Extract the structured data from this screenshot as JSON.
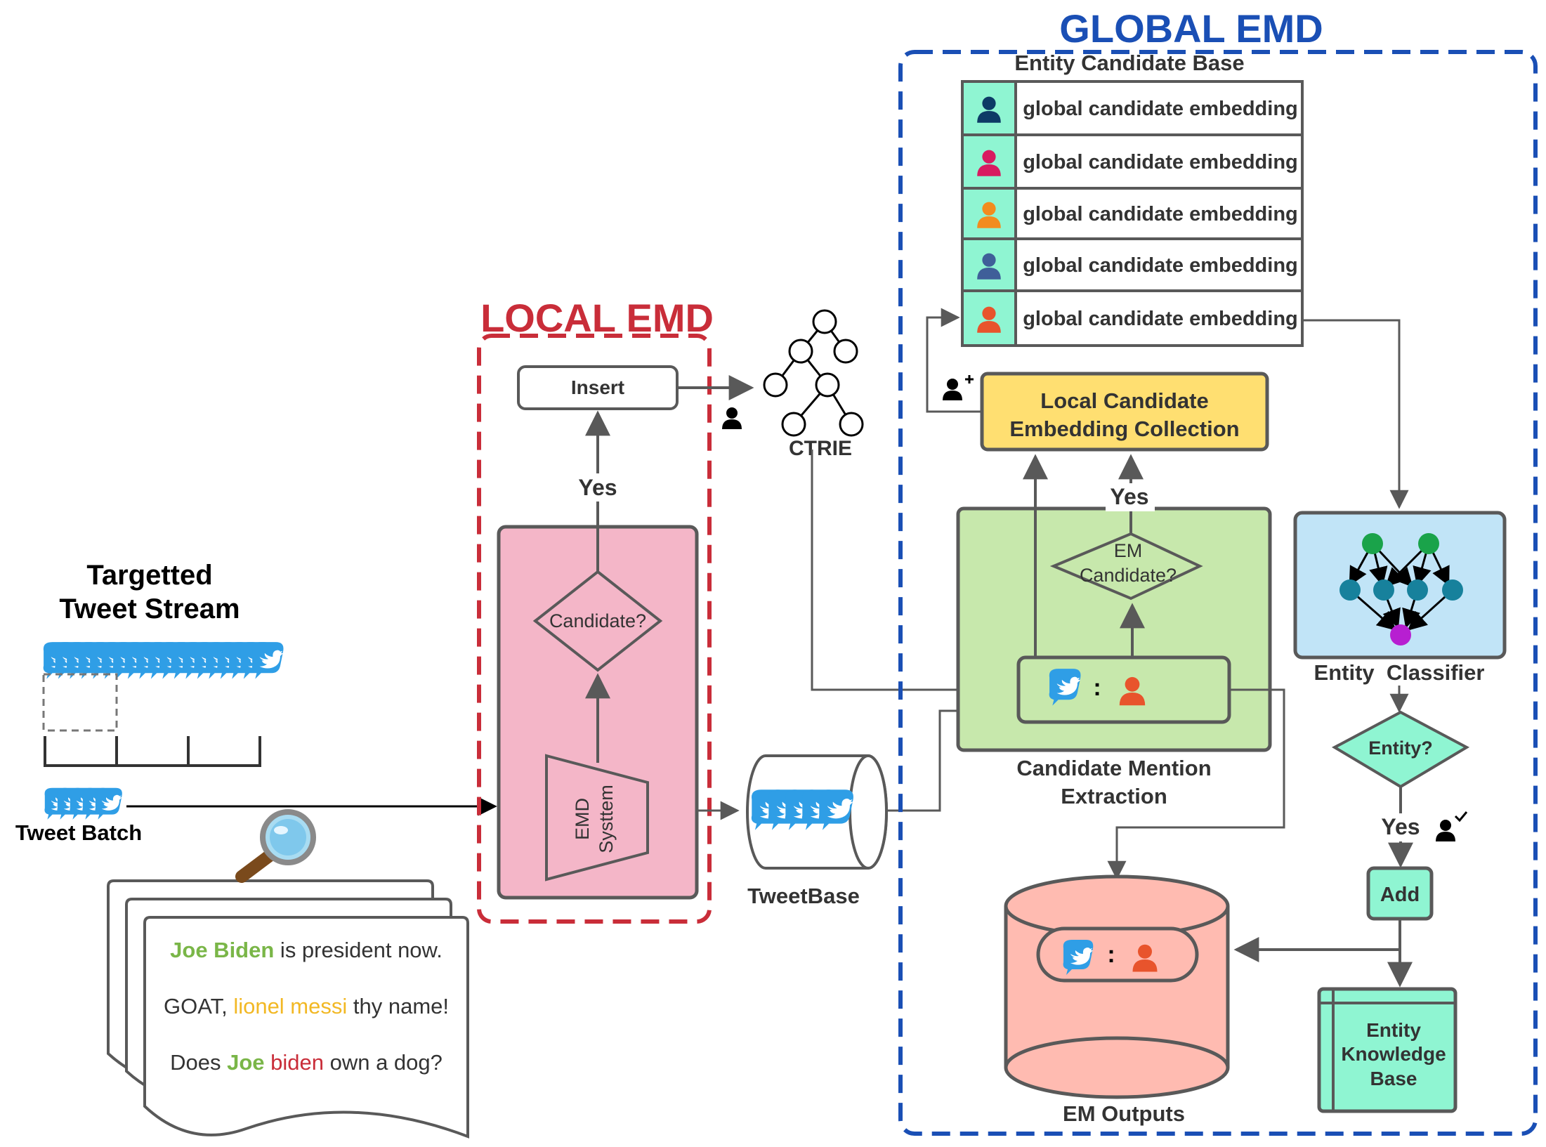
{
  "stream": {
    "title_line1": "Targetted",
    "title_line2": "Tweet Stream",
    "batch_label": "Tweet Batch"
  },
  "tweets": [
    {
      "parts": [
        {
          "text": "Joe Biden",
          "color": "#7ab648",
          "bold": true
        },
        {
          "text": " is president now.",
          "color": "#333333",
          "bold": false
        }
      ]
    },
    {
      "parts": [
        {
          "text": "GOAT, ",
          "color": "#333333",
          "bold": false
        },
        {
          "text": "lionel messi",
          "color": "#f2b824",
          "bold": false
        },
        {
          "text": " thy name!",
          "color": "#333333",
          "bold": false
        }
      ]
    },
    {
      "parts": [
        {
          "text": "Does ",
          "color": "#333333",
          "bold": false
        },
        {
          "text": "Joe",
          "color": "#7ab648",
          "bold": true
        },
        {
          "text": " biden",
          "color": "#c92d39",
          "bold": false
        },
        {
          "text": " own a dog?",
          "color": "#333333",
          "bold": false
        }
      ]
    }
  ],
  "local_emd": {
    "title": "LOCAL EMD",
    "insert": "Insert",
    "yes": "Yes",
    "candidate": "Candidate?",
    "emd_line1": "EMD",
    "emd_line2": "Systtem"
  },
  "ctrie": "CTRIE",
  "tweetbase": "TweetBase",
  "global_emd": {
    "title": "GLOBAL EMD",
    "ecb_title": "Entity Candidate Base",
    "rows": [
      {
        "text": "global candidate embedding",
        "person_color": "#0d3b66"
      },
      {
        "text": "global candidate embedding",
        "person_color": "#d81b60"
      },
      {
        "text": "global candidate embedding",
        "person_color": "#f28c1e"
      },
      {
        "text": "global candidate embedding",
        "person_color": "#3f5f99"
      },
      {
        "text": "global candidate embedding",
        "person_color": "#e8542c"
      }
    ],
    "local_collection_line1": "Local Candidate",
    "local_collection_line2": "Embedding Collection",
    "yes_top": "Yes",
    "em_candidate_line1": "EM",
    "em_candidate_line2": "Candidate?",
    "cme_line1": "Candidate Mention",
    "cme_line2": "Extraction",
    "entity_classifier": "Entity  Classifier",
    "entity_q": "Entity?",
    "yes_bottom": "Yes",
    "add": "Add",
    "ekb_line1": "Entity",
    "ekb_line2": "Knowledge",
    "ekb_line3": "Base",
    "em_outputs": "EM Outputs"
  },
  "colors": {
    "local_red": "#c92d39",
    "global_blue": "#1a4fb5",
    "pink": "#f4b6c8",
    "green_box": "#c7e8ac",
    "yellow": "#ffdf71",
    "light_blue": "#c1e4f7",
    "mint": "#8ff5d2",
    "salmon": "#ffbbb1",
    "twitter": "#2f9ee6"
  }
}
